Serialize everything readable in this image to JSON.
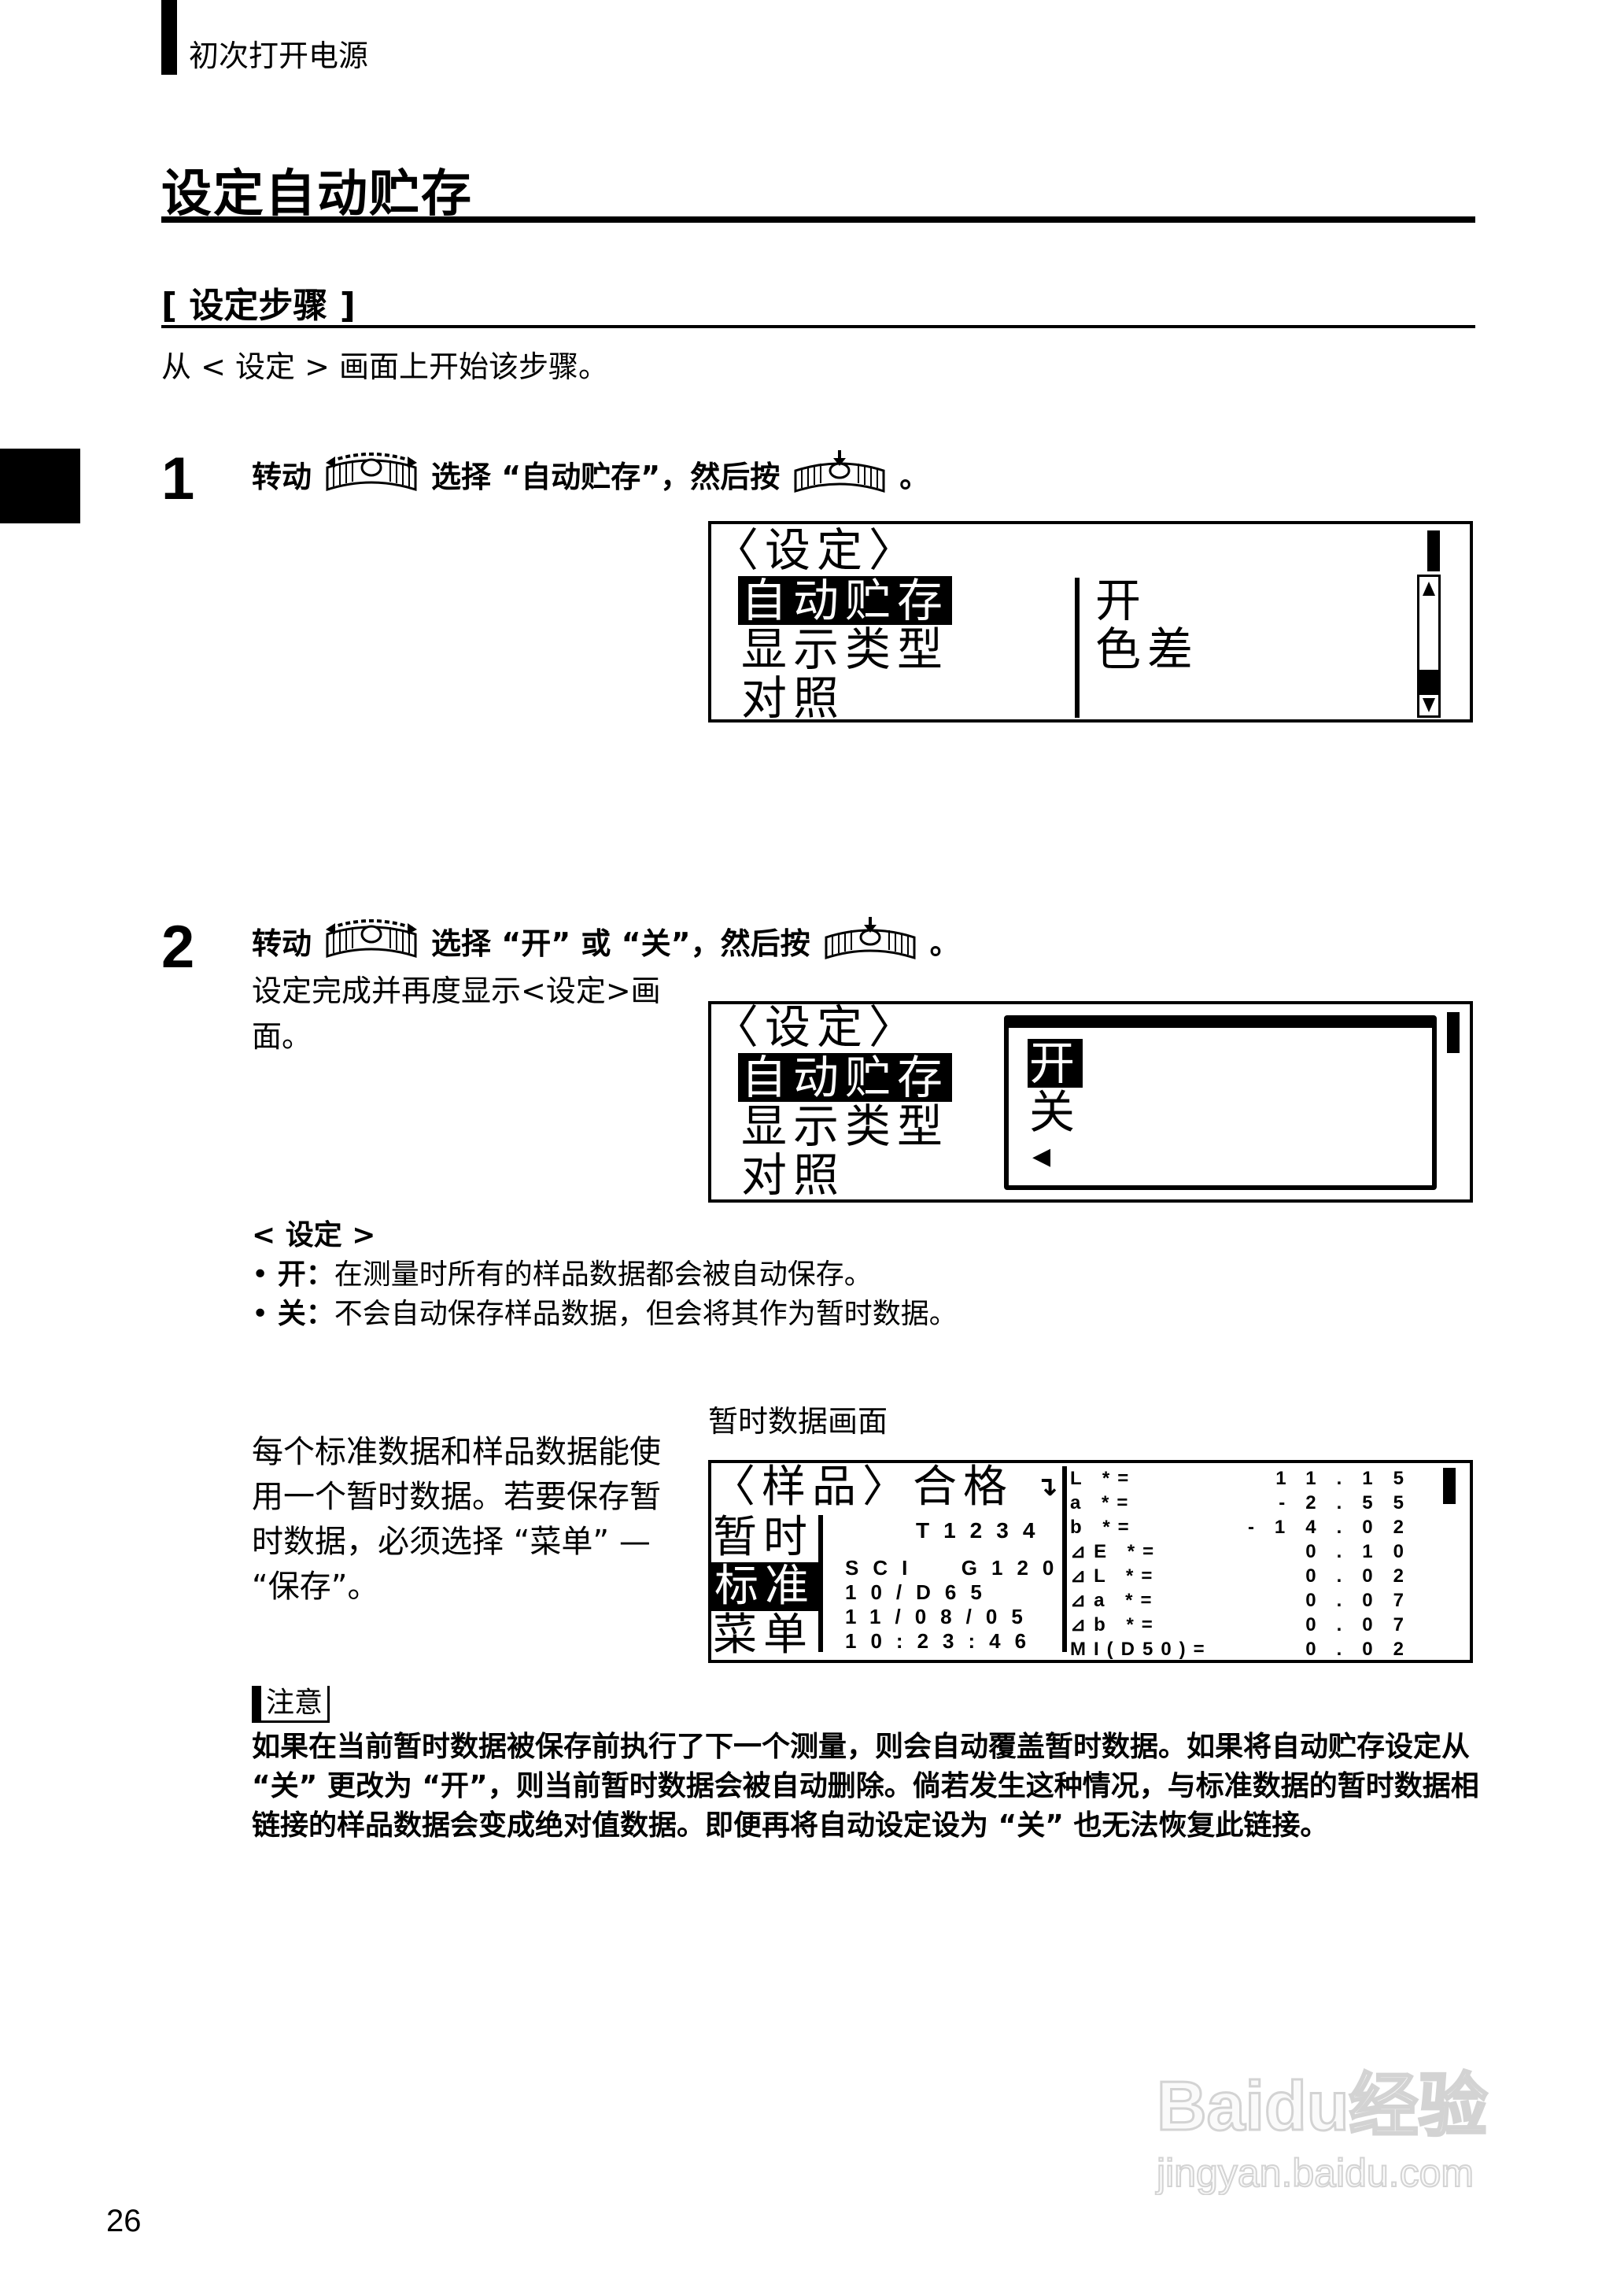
{
  "header": {
    "section": "初次打开电源"
  },
  "title": "设定自动贮存",
  "procedure": {
    "heading": "[ 设定步骤 ]",
    "intro": "从 < 设定 > 画面上开始该步骤。"
  },
  "icons": {
    "rotate_knob": "rotate-dial-icon",
    "press_knob": "press-dial-icon"
  },
  "steps": [
    {
      "number": "1",
      "verb": "转动",
      "middle": "选择 “自动贮存”，然后按",
      "end": "。",
      "screen": {
        "title": "〈设定〉",
        "items": [
          "自动贮存",
          "显示类型",
          "对照"
        ],
        "selected_index": 0,
        "values": [
          "开",
          "色差"
        ]
      }
    },
    {
      "number": "2",
      "verb": "转动",
      "middle": "选择 “开” 或 “关”，然后按",
      "end": "。",
      "description_line1": "设定完成并再度显示<设定>画",
      "description_line2": "面。",
      "screen": {
        "title": "〈设定〉",
        "items": [
          "自动贮存",
          "显示类型",
          "对照"
        ],
        "selected_index": 0,
        "popup_options": [
          "开",
          "关"
        ],
        "popup_selected": 0,
        "back_arrow": "◀"
      }
    }
  ],
  "settings_list": {
    "heading": "< 设定 >",
    "items": [
      {
        "key": "开：",
        "text": "在测量时所有的样品数据都会被自动保存。"
      },
      {
        "key": "关：",
        "text": "不会自动保存样品数据，但会将其作为暂时数据。"
      }
    ]
  },
  "temp_data": {
    "caption": "暂时数据画面",
    "paragraph": [
      "每个标准数据和样品数据能使",
      "用一个暂时数据。若要保存暂",
      "时数据，必须选择 “菜单” —",
      "“保存”。"
    ],
    "screen": {
      "header": "〈样品〉合格",
      "tabs": [
        "暂时",
        "标准",
        "菜单"
      ],
      "selected_tab": 1,
      "id": "T1234",
      "info": [
        "SCI  G120",
        "10/D65",
        "11/08/05",
        "10:23:46"
      ],
      "rows": [
        {
          "label": "L *=",
          "value": "11.15"
        },
        {
          "label": "a *=",
          "value": "-2.55"
        },
        {
          "label": "b *=",
          "value": "-14.02"
        },
        {
          "label": "⊿E *=",
          "value": "0.10"
        },
        {
          "label": "⊿L *=",
          "value": "0.02"
        },
        {
          "label": "⊿a *=",
          "value": "0.07"
        },
        {
          "label": "⊿b *=",
          "value": "0.07"
        },
        {
          "label": "MI(D50)=",
          "value": "0.02"
        }
      ]
    }
  },
  "note": {
    "label": "注意",
    "body": "如果在当前暂时数据被保存前执行了下一个测量，则会自动覆盖暂时数据。如果将自动贮存设定从 “关” 更改为 “开”，则当前暂时数据会被自动删除。倘若发生这种情况，与标准数据的暂时数据相链接的样品数据会变成绝对值数据。即便再将自动设定设为 “关” 也无法恢复此链接。"
  },
  "page_number": "26",
  "watermark": {
    "logo": "Baidu经验",
    "url": "jingyan.baidu.com"
  }
}
